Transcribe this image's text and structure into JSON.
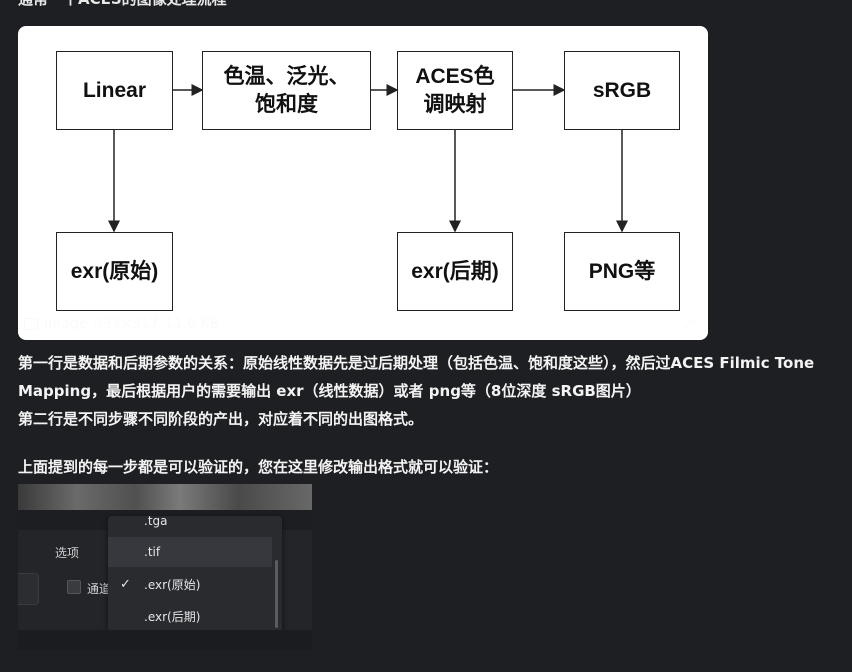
{
  "top_line": "通常一个ACES的图像处理流程",
  "diagram": {
    "nodes": {
      "linear": "Linear",
      "grade": "色温、泛光、\n饱和度",
      "aces": "ACES色\n调映射",
      "srgb": "sRGB",
      "exr_raw": "exr(原始)",
      "exr_post": "exr(后期)",
      "png": "PNG等"
    }
  },
  "image_meta": {
    "label": "image",
    "dims": "693×317",
    "size": "11.6 KB"
  },
  "paragraphs": {
    "p1_line1": "第一行是数据和后期参数的关系：原始线性数据先是过后期处理（包括色温、饱和度这些），然后过ACES Filmic Tone",
    "p1_line2": "Mapping，最后根据用户的需要输出 exr（线性数据）或者 png等（8位深度 sRGB图片）",
    "p2": "第二行是不同步骤不同阶段的产出，对应着不同的出图格式。",
    "p3": "上面提到的每一步都是可以验证的，您在这里修改输出格式就可以验证："
  },
  "screenshot": {
    "option_label": "选项",
    "checkbox_label": "通道",
    "dropdown": [
      ".tga",
      ".tif",
      ".exr(原始)",
      ".exr(后期)"
    ],
    "selected": ".exr(原始)"
  }
}
